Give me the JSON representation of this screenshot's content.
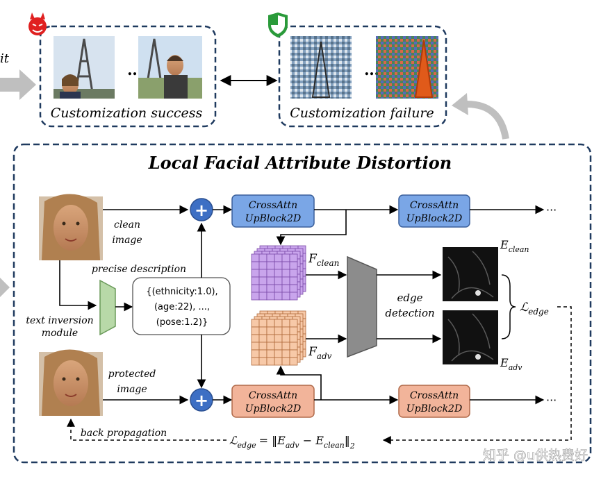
{
  "top": {
    "left_partial_label": "it",
    "success_caption": "Customization success",
    "failure_caption": "Customization failure",
    "ellipsis": "…"
  },
  "main": {
    "title": "Local Facial Attribute Distortion",
    "clean_image_label_line1": "clean",
    "clean_image_label_line2": "image",
    "protected_image_label_line1": "protected",
    "protected_image_label_line2": "image",
    "precise_description": "precise description",
    "text_inversion_line1": "text inversion",
    "text_inversion_line2": "module",
    "attributes_line1": "{(ethnicity:1.0),",
    "attributes_line2": "(age:22), ...,",
    "attributes_line3": "(pose:1.2)}",
    "block_line1": "CrossAttn",
    "block_line2": "UpBlock2D",
    "ellipsis_right": "···",
    "f_clean_main": "F",
    "f_clean_sub": "clean",
    "f_adv_main": "F",
    "f_adv_sub": "adv",
    "edge_line1": "edge",
    "edge_line2": "detection",
    "e_clean_main": "E",
    "e_clean_sub": "clean",
    "e_adv_main": "E",
    "e_adv_sub": "adv",
    "loss_symbol": "ℒ",
    "loss_sub": "edge",
    "back_propagation": "back propagation",
    "loss_formula_rhs": "= ‖E",
    "loss_formula_adv": "adv",
    "loss_formula_minus": " − E",
    "loss_formula_clean": "clean",
    "loss_formula_end": "‖",
    "loss_formula_norm": "2",
    "plus": "+"
  },
  "watermark": "知乎 @u供热费好",
  "colors": {
    "dash_border": "#1f3a5f",
    "plus_circle": "#3d6fc4",
    "blue_block": "#7aa6e6",
    "orange_block": "#f2b49a",
    "purple_grid": "#c9a5ec",
    "orange_grid": "#f7c9a8",
    "trapezoid": "#b8d9a8",
    "edge_detector": "#8c8c8c",
    "arrow_gray": "#bfbfbf"
  }
}
